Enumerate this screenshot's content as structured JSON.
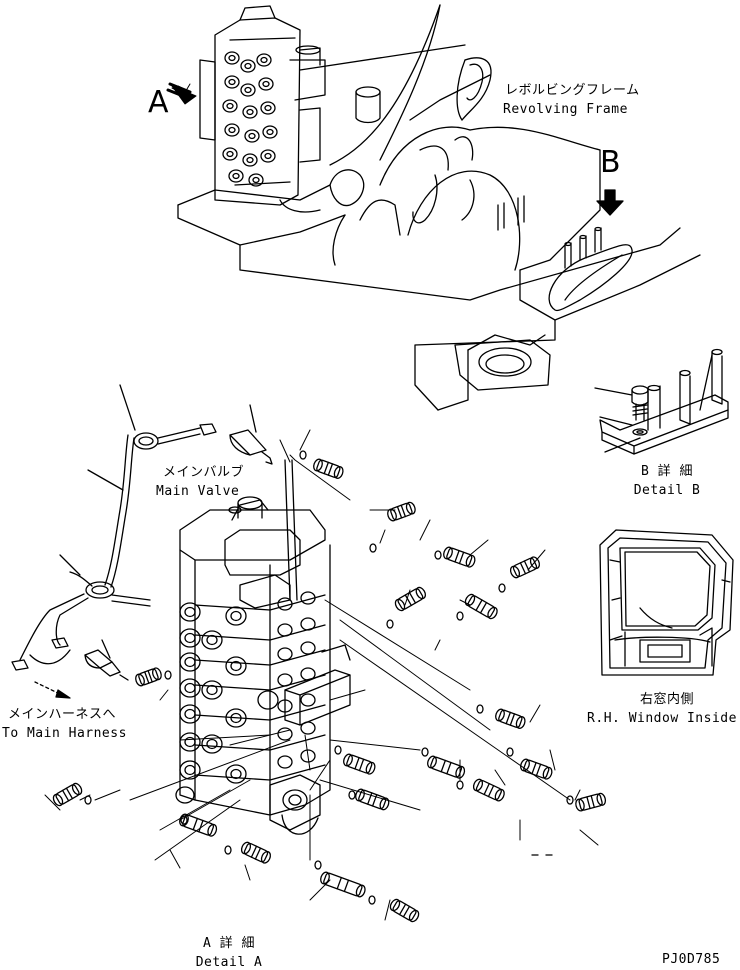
{
  "view_a_letter": "A",
  "view_b_letter": "B",
  "revolving_frame": {
    "jp": "レボルビングフレーム",
    "en": "Revolving Frame"
  },
  "main_valve": {
    "jp": "メインバルブ",
    "en": "Main Valve"
  },
  "detail_b": {
    "jp": "B 詳 細",
    "en": "Detail B"
  },
  "window": {
    "jp": "右窓内側",
    "en": "R.H. Window Inside"
  },
  "harness": {
    "jp": "メインハーネスへ",
    "en": "To Main Harness"
  },
  "detail_a": {
    "jp": "A 詳 細",
    "en": "Detail A"
  },
  "drawing_code": "PJ0D785"
}
